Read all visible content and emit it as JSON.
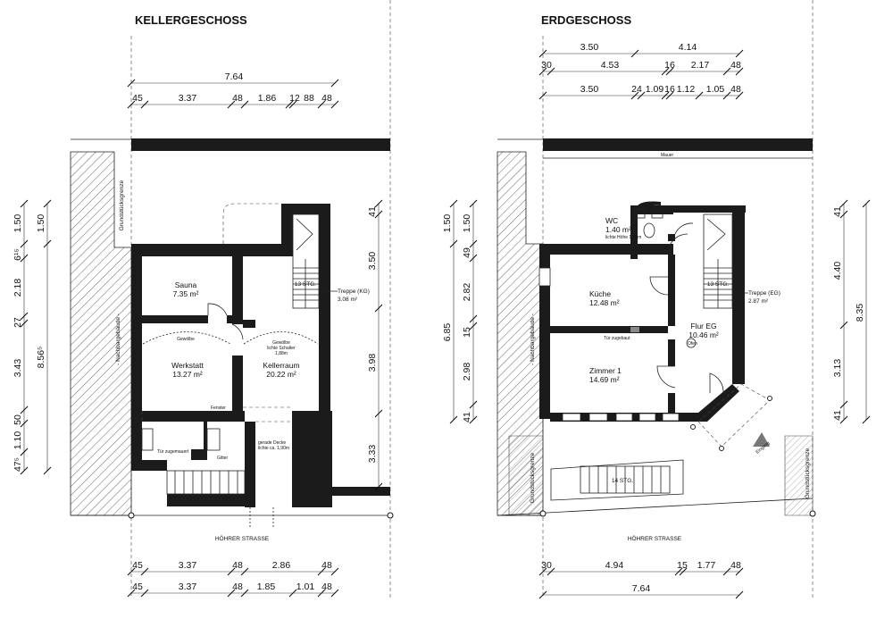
{
  "plans": {
    "basement": {
      "title": "KELLERGESCHOSS",
      "street": "HÖHRER STRASSE",
      "boundary": "Grundstücksgrenze",
      "neighbor": "- Nachbargebäude -",
      "top_total": "7.64",
      "top_row": [
        "45",
        "3.37",
        "48",
        "1.86",
        "12",
        "88",
        "48"
      ],
      "bottom_row1": [
        "45",
        "3.37",
        "48",
        "2.86",
        "48"
      ],
      "bottom_row2": [
        "45",
        "3.37",
        "48",
        "1.85",
        "1.01",
        "48"
      ],
      "left_outer_total": "8.56⁵",
      "left_outer": [
        "1.50",
        "6¹⁵",
        "2.18",
        "27",
        "3.43",
        "50",
        "1.10",
        "47⁵"
      ],
      "left_inner": [
        "1.50"
      ],
      "right_dims": [
        "41",
        "3.50",
        "3.98",
        "3.33"
      ],
      "rooms": {
        "sauna": {
          "name": "Sauna",
          "area": "7.35 m²"
        },
        "werkstatt": {
          "name": "Werkstatt",
          "area": "13.27 m²"
        },
        "kellerraum": {
          "name": "Kellerraum",
          "area": "20.22 m²"
        }
      },
      "stairs": {
        "label": "13 STG.",
        "name": "Treppe (KG)",
        "area": "3.08 m²"
      },
      "notes": {
        "gewoelbe1": "Gewölbe",
        "gewoelbe2": "Gewölbe",
        "gewoelbe2_sub1": "lichte Schalter",
        "gewoelbe2_sub2": "1,88m",
        "fenster": "Fenster",
        "tuer": "Tür zugemauert",
        "gitter": "Gitter",
        "decke1": "gerade Decke",
        "decke2": "lichte ca. 1,90m"
      }
    },
    "ground": {
      "title": "ERDGESCHOSS",
      "street": "HÖHRER STRASSE",
      "boundary": "Grundstücksgrenze",
      "boundary2": "Grundstücksgrenze",
      "neighbor": "- Nachbargebäude -",
      "mauer": "Mauer",
      "top_row1": [
        "3.50",
        "4.14"
      ],
      "top_row2": [
        "30",
        "4.53",
        "16",
        "2.17",
        "48"
      ],
      "top_row3": [
        "3.50",
        "24",
        "1.09",
        "16",
        "1.12",
        "1.05",
        "48"
      ],
      "bottom_row1": [
        "30",
        "4.94",
        "15",
        "1.77",
        "48"
      ],
      "bottom_total": "7.64",
      "left_outer_total": "6.85",
      "left_inner": [
        "1.50",
        "49",
        "2.82",
        "15",
        "2.98",
        "41"
      ],
      "right_dims": [
        "41",
        "4.40",
        "3.13",
        "41"
      ],
      "right_total": "8.35",
      "rooms": {
        "wc": {
          "name": "WC",
          "area": "1.40 m²",
          "sub": "lichte Höhe 1,98m"
        },
        "kueche": {
          "name": "Küche",
          "area": "12.48 m²"
        },
        "zimmer": {
          "name": "Zimmer 1",
          "area": "14.69 m²"
        },
        "flur": {
          "name": "Flur EG",
          "area": "10.46 m²"
        }
      },
      "stairs": {
        "label": "13 STG.",
        "name": "Treppe (EG)",
        "area": "2.87 m²"
      },
      "outer_stairs": "14 STG.",
      "notes": {
        "tuer": "Tür zugebaut",
        "ofen": "Ofen",
        "eingang": "Eingang"
      }
    }
  }
}
